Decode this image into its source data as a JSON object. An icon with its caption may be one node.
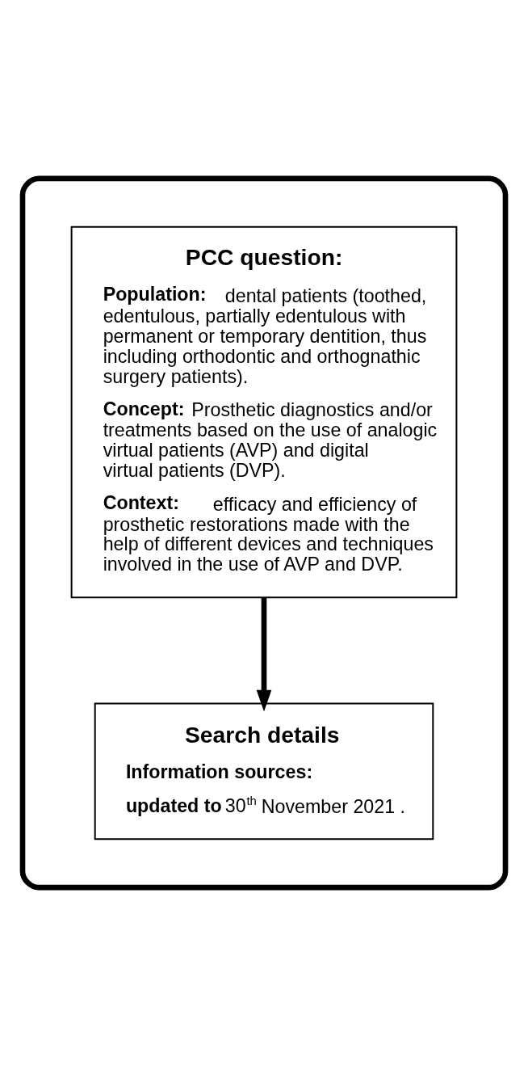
{
  "diagram": {
    "nodes": [
      {
        "text": [],
        "shape": "box"
      },
      {
        "text": [
          "PCC question:",
          "**Population:** dental patients (toothed, edentulous, partially edentulous with permanent or temporary dentition, thus including orthodontic and orthognathic surgery patients).",
          "**Concept:** Prosthetic diagnostics and/or treatments based on the use of analogic virtual patients (AVP) and digital virtual patients (DVP).",
          "**Context:** efficacy and efficiency of prosthetic restorations made with the help of different devices and techniques involved in the use of AVP and DVP."
        ],
        "in": 0
      },
      {
        "text": [
          "Search details",
          "Information sources:",
          "**updated to** 30$^{th}$ November 2021 ."
        ],
        "in": 0
      }
    ],
    "edges": [
      {
        "from": 1,
        "to": 2,
        "arrow": "to"
      }
    ]
  }
}
